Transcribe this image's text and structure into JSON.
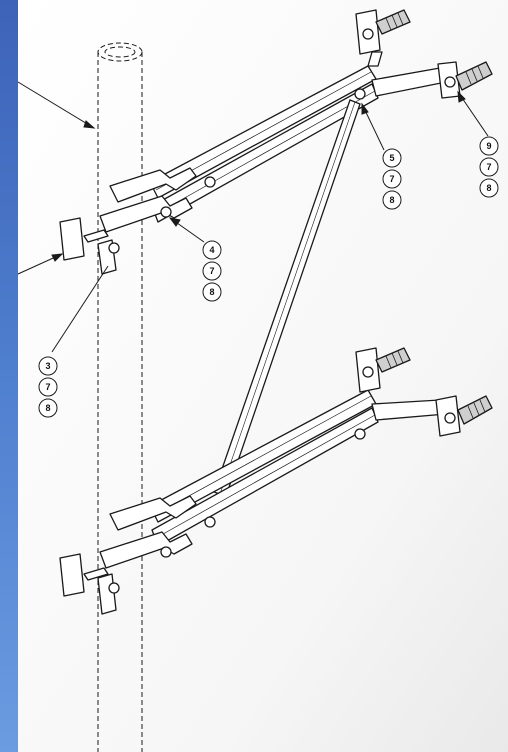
{
  "drawing": {
    "callouts": [
      {
        "id": "callout-3-7-8",
        "numbers": [
          "3",
          "7",
          "8"
        ]
      },
      {
        "id": "callout-4-7-8",
        "numbers": [
          "4",
          "7",
          "8"
        ]
      },
      {
        "id": "callout-5-7-8",
        "numbers": [
          "5",
          "7",
          "8"
        ]
      },
      {
        "id": "callout-9-7-8",
        "numbers": [
          "9",
          "7",
          "8"
        ]
      }
    ],
    "colors": {
      "slide_gradient_top": "#5f8fd6",
      "slide_gradient_bottom": "#2a4f9f",
      "paper": "#ffffff",
      "ink": "#1a1a1a",
      "shade": "#ececec"
    }
  }
}
